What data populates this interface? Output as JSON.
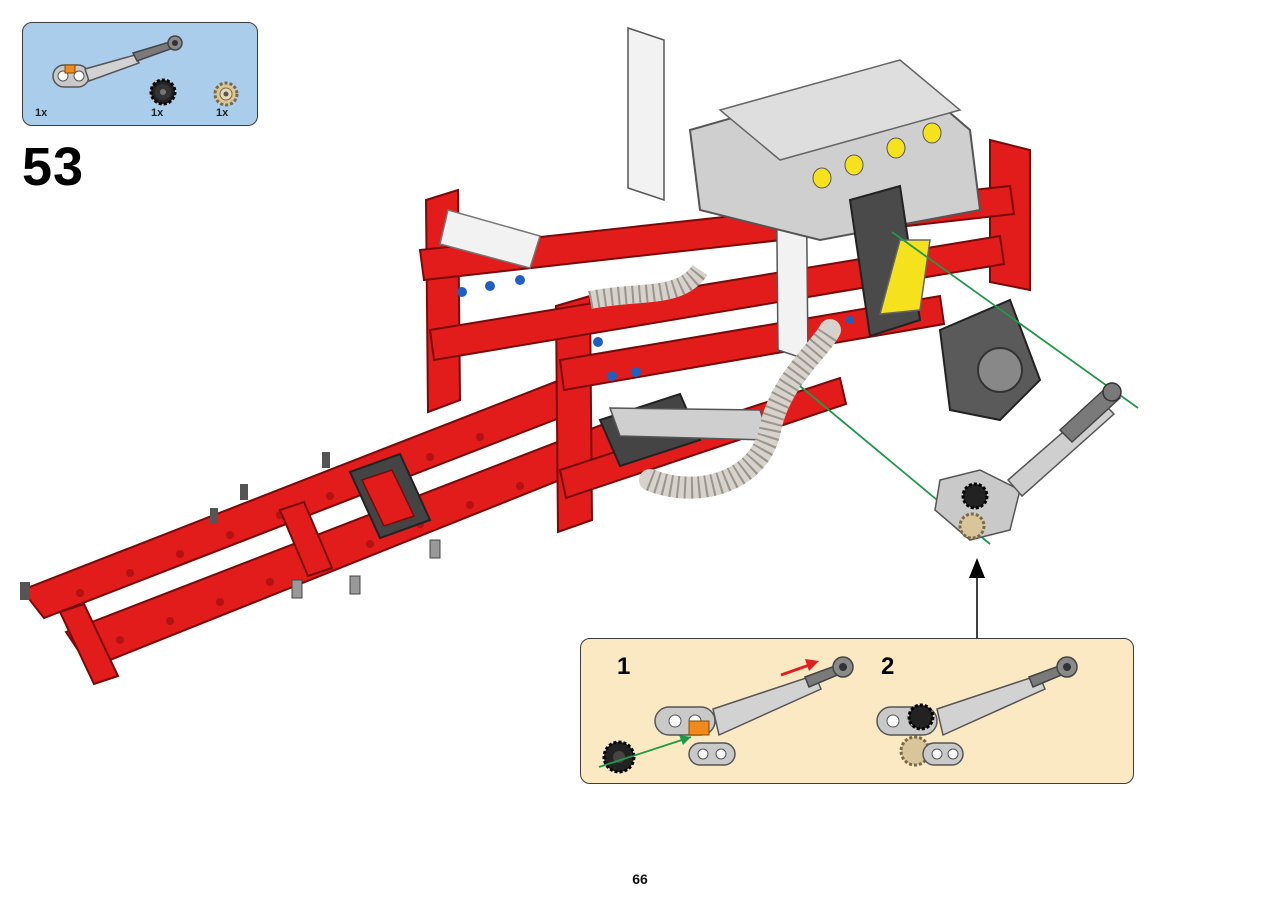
{
  "parts_list": {
    "items": [
      {
        "name": "gear-shift-link-with-pin",
        "quantity": "1x"
      },
      {
        "name": "black-gear-12-tooth",
        "quantity": "1x"
      },
      {
        "name": "tan-gear-12-tooth",
        "quantity": "1x"
      }
    ]
  },
  "step": {
    "number": "53"
  },
  "sub_assembly": {
    "steps": [
      {
        "number": "1"
      },
      {
        "number": "2"
      }
    ]
  },
  "page": {
    "number": "66"
  },
  "colors": {
    "parts_box_bg": "#a9cdeb",
    "sub_box_bg": "#fbe9c4",
    "frame_red": "#e21b1b",
    "guide_green": "#1f9a4a",
    "push_arrow_red": "#e02020"
  },
  "icons": [
    "arrow-up-icon",
    "insert-arrow-icon",
    "push-arrow-icon"
  ]
}
